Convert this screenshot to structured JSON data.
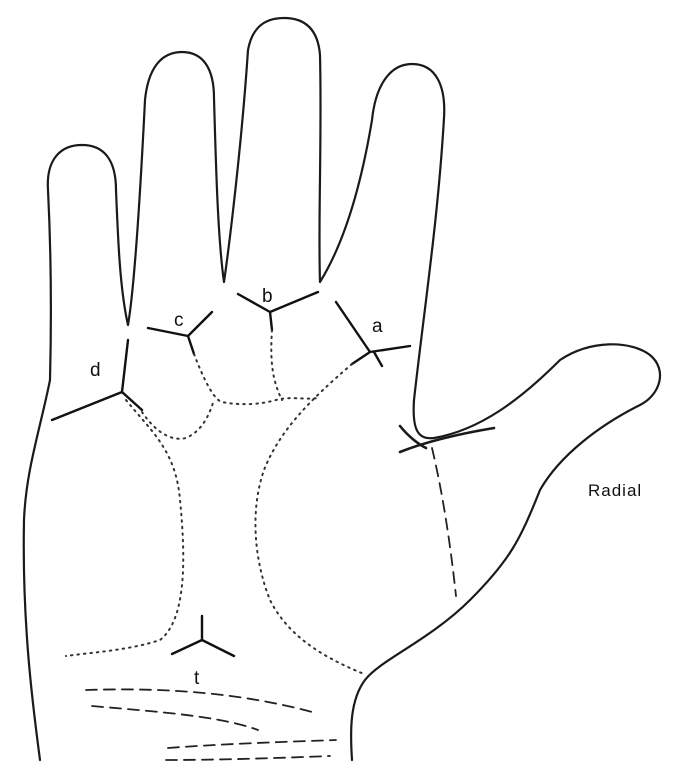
{
  "figure": {
    "triradius_labels": {
      "a": "a",
      "b": "b",
      "c": "c",
      "d": "d",
      "t": "t"
    },
    "side_label": "Radial"
  }
}
